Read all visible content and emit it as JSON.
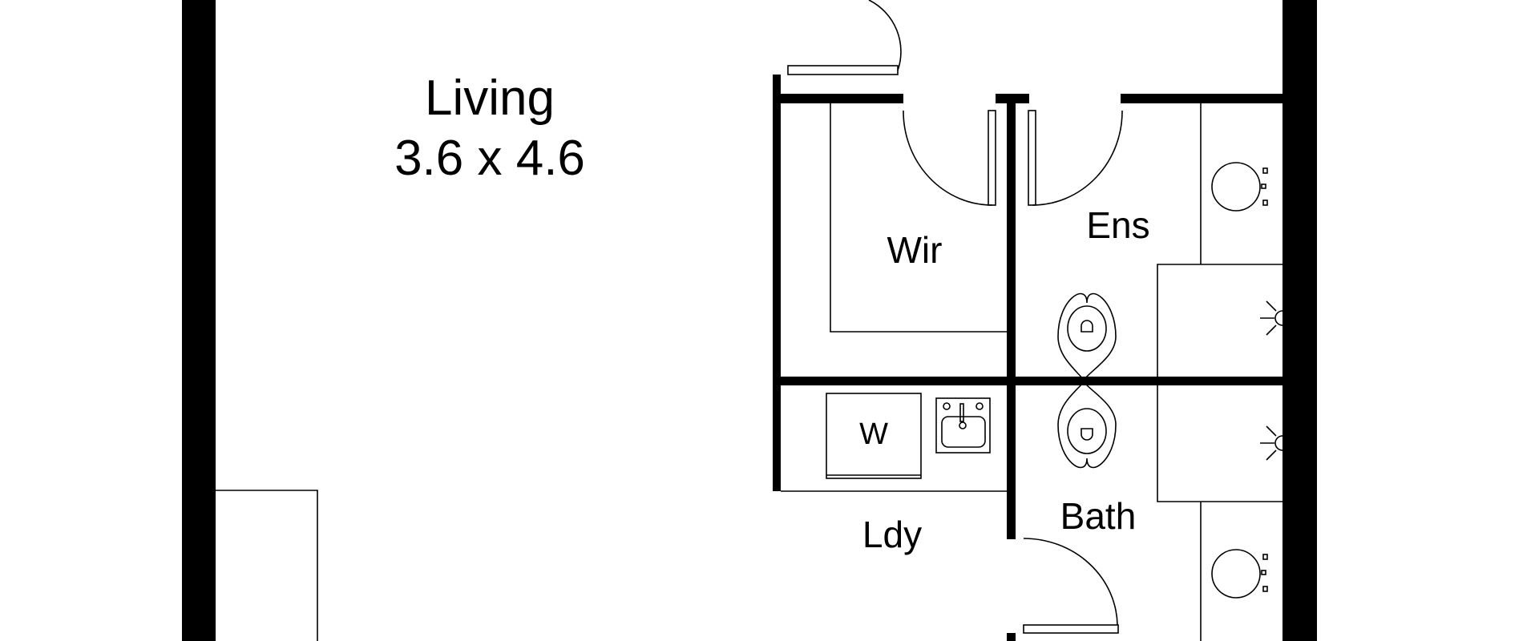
{
  "rooms": {
    "living": {
      "name": "Living",
      "size": "3.6 x 4.6"
    },
    "wir": {
      "name": "Wir"
    },
    "ens": {
      "name": "Ens"
    },
    "laundry": {
      "name": "Ldy"
    },
    "bath": {
      "name": "Bath"
    }
  },
  "fixtures": {
    "washer_label": "W"
  }
}
